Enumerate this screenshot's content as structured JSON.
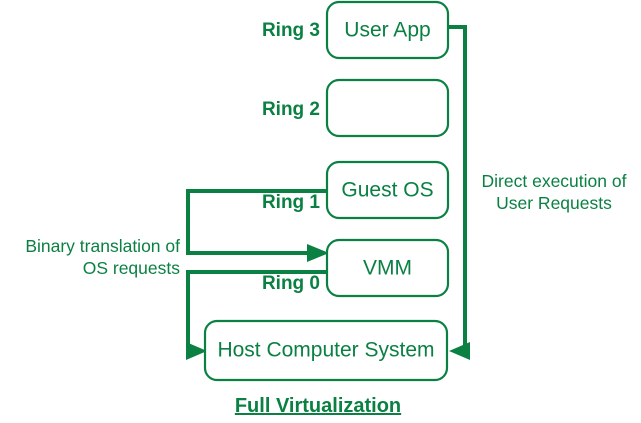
{
  "diagram": {
    "caption": "Full Virtualization",
    "accent_color": "#0b8043",
    "background_color": "#ffffff",
    "boxes": [
      {
        "id": "user-app",
        "label": "User App",
        "ring": "Ring 3"
      },
      {
        "id": "ring2-empty",
        "label": "",
        "ring": "Ring 2"
      },
      {
        "id": "guest-os",
        "label": "Guest OS",
        "ring": "Ring 1"
      },
      {
        "id": "vmm",
        "label": "VMM",
        "ring": "Ring 0"
      },
      {
        "id": "host",
        "label": "Host Computer System",
        "ring": ""
      }
    ],
    "rings": {
      "ring3": "Ring 3",
      "ring2": "Ring 2",
      "ring1": "Ring 1",
      "ring0": "Ring 0"
    },
    "annotations": {
      "left": {
        "line1": "Binary translation of",
        "line2": "OS requests"
      },
      "right": {
        "line1": "Direct execution of",
        "line2": "User Requests"
      }
    }
  }
}
